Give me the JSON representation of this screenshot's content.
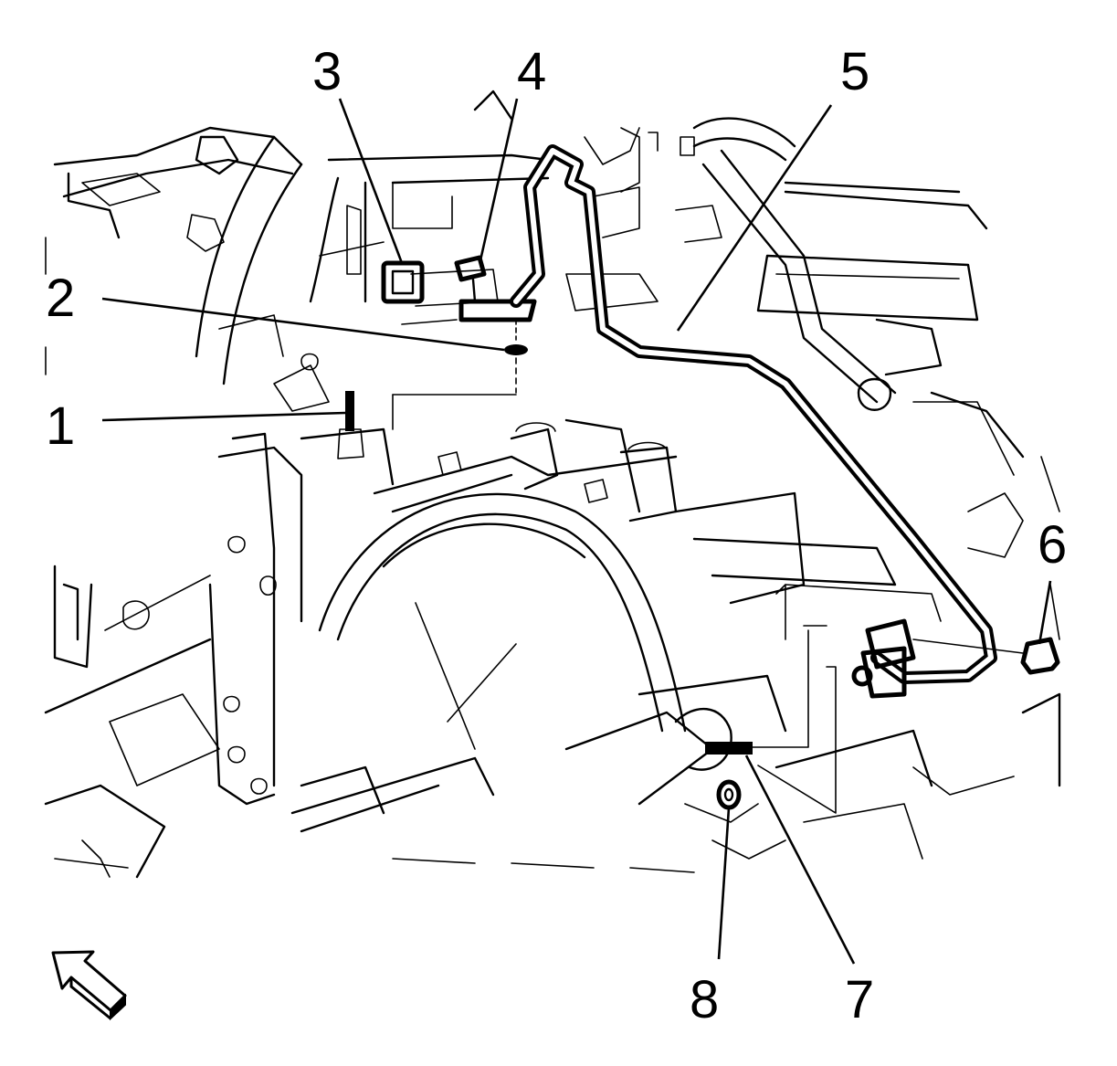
{
  "diagram": {
    "callouts": [
      {
        "label": "1"
      },
      {
        "label": "2"
      },
      {
        "label": "3"
      },
      {
        "label": "4"
      },
      {
        "label": "5"
      },
      {
        "label": "6"
      },
      {
        "label": "7"
      },
      {
        "label": "8"
      }
    ],
    "icons": [
      "front-direction-arrow-icon"
    ]
  }
}
